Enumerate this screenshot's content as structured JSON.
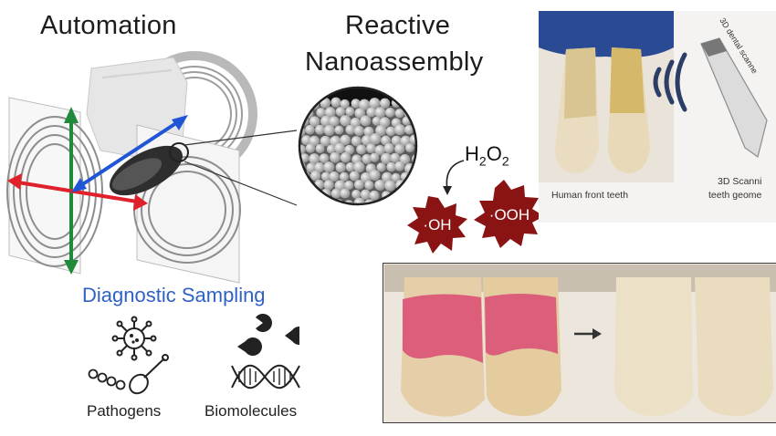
{
  "headings": {
    "automation": "Automation",
    "reactive_line1": "Reactive",
    "reactive_line2": "Nanoassembly",
    "diagnostic": "Diagnostic Sampling"
  },
  "chemistry": {
    "h2o2_main": "H",
    "h2o2_sub1": "2",
    "h2o2_mid": "O",
    "h2o2_sub2": "2",
    "radical1": "·OH",
    "radical2": "·OOH"
  },
  "captions": {
    "pathogens": "Pathogens",
    "biomolecules": "Biomolecules",
    "front_teeth": "Human front teeth",
    "scan_line1": "3D Scanni",
    "scan_line2": "teeth geome",
    "scanner_label": "3D dental scanne"
  },
  "colors": {
    "x_axis": "#e0202a",
    "y_axis": "#1e8a3a",
    "z_axis": "#1f55d6",
    "radical_burst": "#8a1414",
    "sampling_title": "#2f62c6",
    "plaque": "#d94a73"
  },
  "icons": [
    "coil-icon",
    "microrobot-icon",
    "nanoassembly-sem-icon",
    "virus-icon",
    "bacteria-chain-icon",
    "swab-icon",
    "pacman-molecule-icon",
    "dna-icon",
    "scanner-icon",
    "wifi-signal-icon",
    "arrow-right-icon"
  ]
}
